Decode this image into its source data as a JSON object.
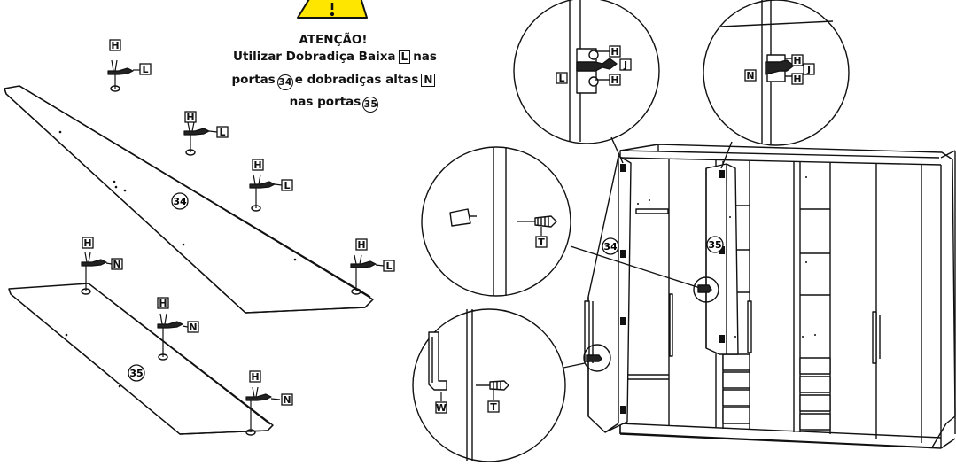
{
  "warning": {
    "title": "ATENÇÃO!",
    "line1_a": "Utilizar Dobradiça Baixa",
    "line1_box": "L",
    "line1_b": "nas",
    "line2_a": "portas",
    "line2_circle": "34",
    "line2_b": "e dobradiças altas",
    "line2_box": "N",
    "line3_a": "nas portas",
    "line3_circle": "35"
  },
  "doors": {
    "door_34": "34",
    "door_35": "35"
  },
  "labels": {
    "H": "H",
    "L": "L",
    "N": "N",
    "J": "J",
    "T": "T",
    "W": "W"
  },
  "colors": {
    "line": "#111111",
    "warning_fill": "#ffe600"
  }
}
